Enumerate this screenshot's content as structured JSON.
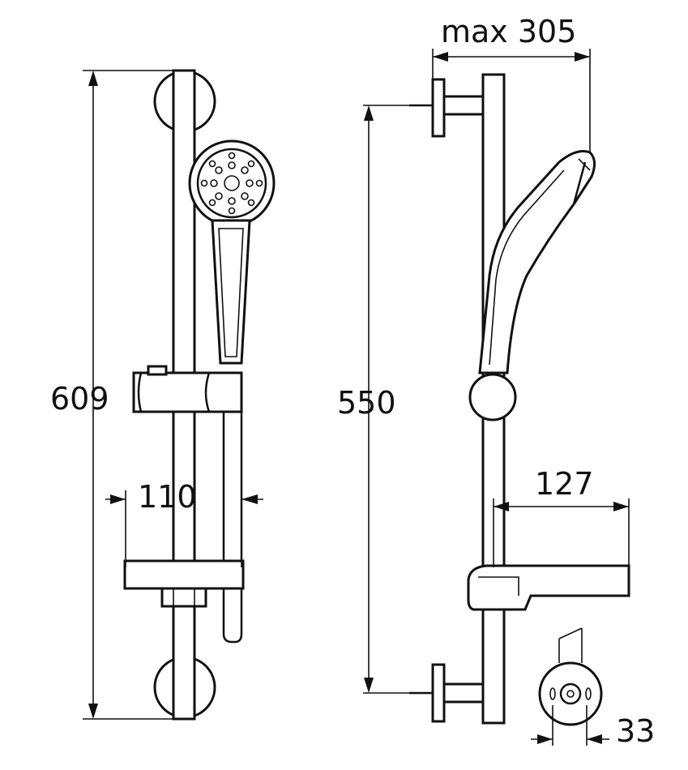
{
  "dimensions": {
    "total_height": "609",
    "fixing_centres": "550",
    "max_projection": "max 305",
    "shelf_projection": "127",
    "rail_offset": "110",
    "rail_diameter": "33"
  },
  "colors": {
    "line": "#111111",
    "background": "#ffffff"
  }
}
